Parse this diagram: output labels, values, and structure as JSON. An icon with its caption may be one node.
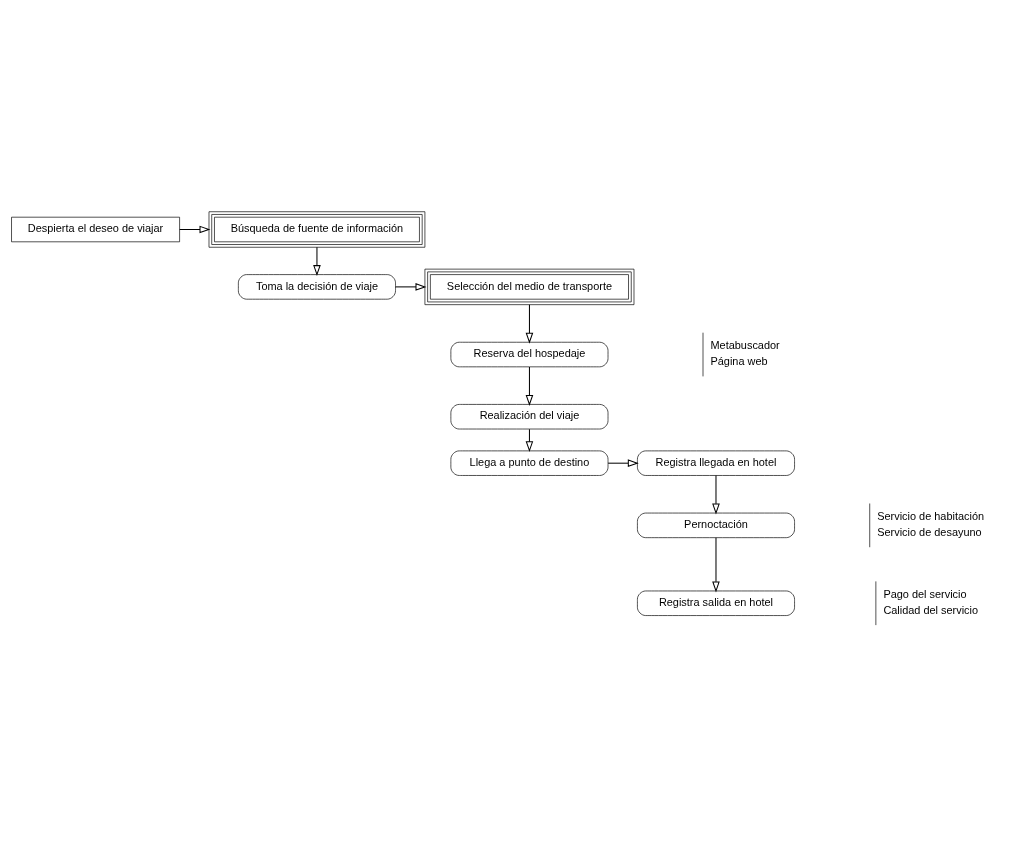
{
  "diagram": {
    "nodes": [
      {
        "text": [
          "Despierta el deseo de viajar"
        ]
      },
      {
        "text": [
          "Búsqueda de fuente de información"
        ]
      },
      {
        "text": [
          "Toma la decisión de viaje"
        ]
      },
      {
        "text": [
          "Selección del medio de transporte"
        ]
      },
      {
        "text": [
          "Reserva del hospedaje"
        ],
        "beside": [
          "Metabuscador",
          "Página web"
        ]
      },
      {
        "text": [
          "Realización del viaje"
        ]
      },
      {
        "text": [
          "Llega a punto de destino"
        ]
      },
      {
        "text": [
          "Registra llegada en hotel"
        ]
      },
      {
        "text": [
          "Pernoctación"
        ],
        "beside": [
          "Servicio de habitación",
          "Servicio de desayuno"
        ]
      },
      {
        "text": [
          "Registra salida en hotel"
        ],
        "beside": [
          "Pago del servicio",
          "Calidad del servicio"
        ]
      }
    ],
    "edges": [
      {
        "from": 0,
        "to": 1,
        "arrow": "to"
      },
      {
        "from": 1,
        "to": 2,
        "arrow": "to"
      },
      {
        "from": 2,
        "to": 3,
        "arrow": "to"
      },
      {
        "from": 3,
        "to": 4,
        "arrow": "to"
      },
      {
        "from": 4,
        "to": 5,
        "arrow": "to"
      },
      {
        "from": 5,
        "to": 6,
        "arrow": "to"
      },
      {
        "from": 6,
        "to": 7,
        "arrow": "to"
      },
      {
        "from": 7,
        "to": 8,
        "arrow": "to"
      },
      {
        "from": 8,
        "to": 9,
        "arrow": "to"
      }
    ]
  }
}
